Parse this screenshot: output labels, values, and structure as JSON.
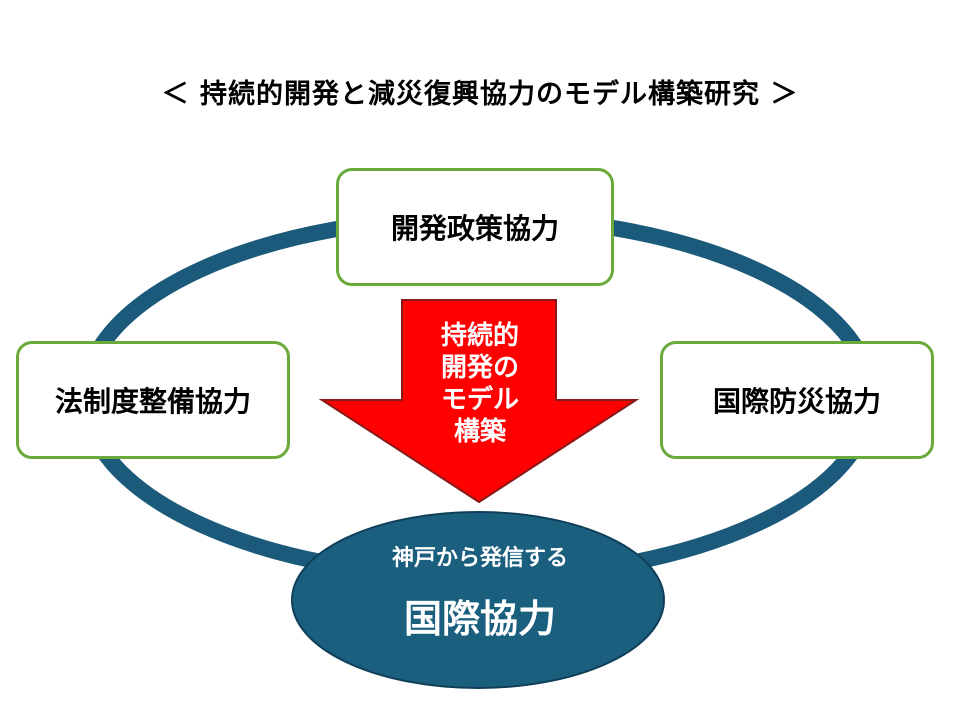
{
  "title": "＜ 持続的開発と減災復興協力のモデル構築研究 ＞",
  "boxes": {
    "top": "開発政策協力",
    "left": "法制度整備協力",
    "right": "国際防災協力"
  },
  "arrow": {
    "lines": [
      "持続的",
      "開発の",
      "モデル",
      "構築"
    ]
  },
  "center": {
    "subtitle": "神戸から発信する",
    "main": "国際協力"
  },
  "colors": {
    "ring": "#1b5a7a",
    "center_fill": "#1b5f7f",
    "box_border": "#6aaa3a",
    "arrow_fill": "#ff0000"
  }
}
